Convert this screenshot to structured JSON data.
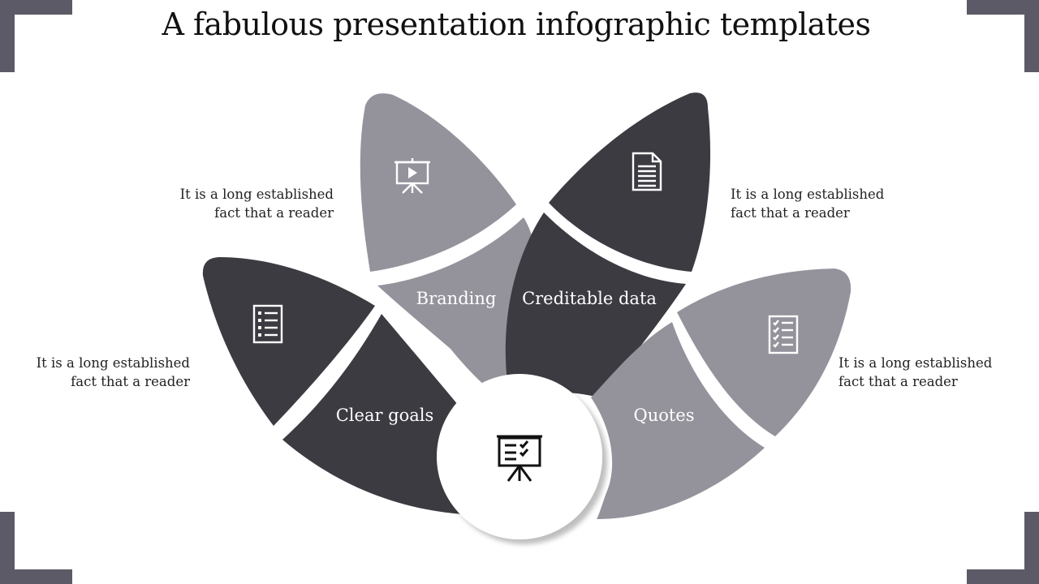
{
  "title": "A fabulous presentation infographic templates",
  "colors": {
    "dark": "#3c3b42",
    "light": "#94939c",
    "frame": "#5b5a66"
  },
  "segments": [
    {
      "label": "Clear goals",
      "tone": "dark"
    },
    {
      "label": "Branding",
      "tone": "light"
    },
    {
      "label": "Creditable data",
      "tone": "dark"
    },
    {
      "label": "Quotes",
      "tone": "light"
    }
  ],
  "petals": [
    {
      "icon": "checklist-icon",
      "tone": "dark",
      "text": "It is a long established\nfact that a reader"
    },
    {
      "icon": "presentation-play-icon",
      "tone": "light",
      "text": "It is a long established\nfact that a reader"
    },
    {
      "icon": "document-icon",
      "tone": "dark",
      "text": "It is a long established\nfact that a reader"
    },
    {
      "icon": "task-list-icon",
      "tone": "light",
      "text": "It is a long established\nfact that a reader"
    }
  ],
  "center": {
    "icon": "presentation-board-checklist-icon"
  }
}
